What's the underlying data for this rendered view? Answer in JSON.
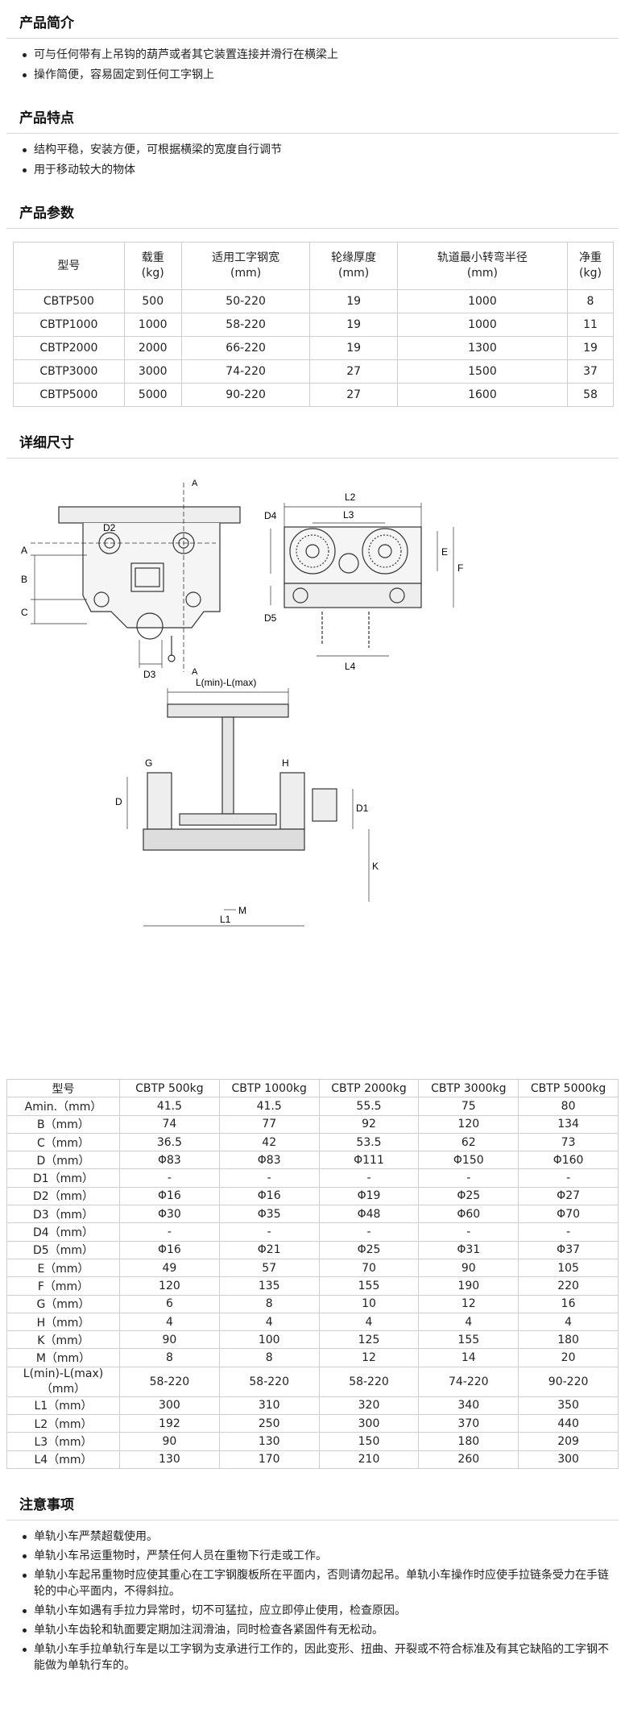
{
  "intro": {
    "title": "产品简介",
    "items": [
      "可与任何带有上吊钩的葫芦或者其它装置连接并滑行在横梁上",
      "操作简便，容易固定到任何工字钢上"
    ]
  },
  "features": {
    "title": "产品特点",
    "items": [
      "结构平稳，安装方便，可根据横梁的宽度自行调节",
      "用于移动较大的物体"
    ]
  },
  "params": {
    "title": "产品参数",
    "headers": [
      [
        "型号",
        ""
      ],
      [
        "载重",
        "(kg)"
      ],
      [
        "适用工字钢宽",
        "(mm)"
      ],
      [
        "轮缘厚度",
        "(mm)"
      ],
      [
        "轨道最小转弯半径",
        "(mm)"
      ],
      [
        "净重",
        "(kg)"
      ]
    ],
    "rows": [
      [
        "CBTP500",
        "500",
        "50-220",
        "19",
        "1000",
        "8"
      ],
      [
        "CBTP1000",
        "1000",
        "58-220",
        "19",
        "1000",
        "11"
      ],
      [
        "CBTP2000",
        "2000",
        "66-220",
        "19",
        "1300",
        "19"
      ],
      [
        "CBTP3000",
        "3000",
        "74-220",
        "27",
        "1500",
        "37"
      ],
      [
        "CBTP5000",
        "5000",
        "90-220",
        "27",
        "1600",
        "58"
      ]
    ]
  },
  "dimensions": {
    "title": "详细尺寸",
    "fig1_labels": {
      "A": "A",
      "B": "B",
      "C": "C",
      "D2": "D2",
      "D3": "D3",
      "A_top": "A",
      "A_bot": "A"
    },
    "fig2_labels": {
      "L2": "L2",
      "L3": "L3",
      "D4": "D4",
      "D5": "D5",
      "E": "E",
      "F": "F",
      "L4": "L4"
    },
    "fig3_labels": {
      "Lrange": "L(min)-L(max)",
      "G": "G",
      "H": "H",
      "D": "D",
      "D1": "D1",
      "K": "K",
      "M": "M",
      "L1": "L1"
    },
    "table_header": [
      "型号",
      "CBTP 500kg",
      "CBTP 1000kg",
      "CBTP 2000kg",
      "CBTP 3000kg",
      "CBTP 5000kg"
    ],
    "table_rows": [
      [
        "Amin.（mm）",
        "41.5",
        "41.5",
        "55.5",
        "75",
        "80"
      ],
      [
        "B（mm）",
        "74",
        "77",
        "92",
        "120",
        "134"
      ],
      [
        "C（mm）",
        "36.5",
        "42",
        "53.5",
        "62",
        "73"
      ],
      [
        "D（mm）",
        "Φ83",
        "Φ83",
        "Φ111",
        "Φ150",
        "Φ160"
      ],
      [
        "D1（mm）",
        "-",
        "-",
        "-",
        "-",
        "-"
      ],
      [
        "D2（mm）",
        "Φ16",
        "Φ16",
        "Φ19",
        "Φ25",
        "Φ27"
      ],
      [
        "D3（mm）",
        "Φ30",
        "Φ35",
        "Φ48",
        "Φ60",
        "Φ70"
      ],
      [
        "D4（mm）",
        "-",
        "-",
        "-",
        "-",
        "-"
      ],
      [
        "D5（mm）",
        "Φ16",
        "Φ21",
        "Φ25",
        "Φ31",
        "Φ37"
      ],
      [
        "E（mm）",
        "49",
        "57",
        "70",
        "90",
        "105"
      ],
      [
        "F（mm）",
        "120",
        "135",
        "155",
        "190",
        "220"
      ],
      [
        "G（mm）",
        "6",
        "8",
        "10",
        "12",
        "16"
      ],
      [
        "H（mm）",
        "4",
        "4",
        "4",
        "4",
        "4"
      ],
      [
        "K（mm）",
        "90",
        "100",
        "125",
        "155",
        "180"
      ],
      [
        "M（mm）",
        "8",
        "8",
        "12",
        "14",
        "20"
      ],
      [
        "L(min)-L(max)（mm）",
        "58-220",
        "58-220",
        "58-220",
        "74-220",
        "90-220"
      ],
      [
        "L1（mm）",
        "300",
        "310",
        "320",
        "340",
        "350"
      ],
      [
        "L2（mm）",
        "192",
        "250",
        "300",
        "370",
        "440"
      ],
      [
        "L3（mm）",
        "90",
        "130",
        "150",
        "180",
        "209"
      ],
      [
        "L4（mm）",
        "130",
        "170",
        "210",
        "260",
        "300"
      ]
    ]
  },
  "notes": {
    "title": "注意事项",
    "items": [
      "单轨小车严禁超载使用。",
      "单轨小车吊运重物时，严禁任何人员在重物下行走或工作。",
      "单轨小车起吊重物时应使其重心在工字钢腹板所在平面内，否则请勿起吊。单轨小车操作时应使手拉链条受力在手链轮的中心平面内，不得斜拉。",
      "单轨小车如遇有手拉力异常时，切不可猛拉，应立即停止使用，检查原因。",
      "单轨小车齿轮和轨面要定期加注润滑油，同时检查各紧固件有无松动。",
      "单轨小车手拉单轨行车是以工字钢为支承进行工作的，因此变形、扭曲、开裂或不符合标准及有其它缺陷的工字钢不能做为单轨行车的。"
    ]
  }
}
